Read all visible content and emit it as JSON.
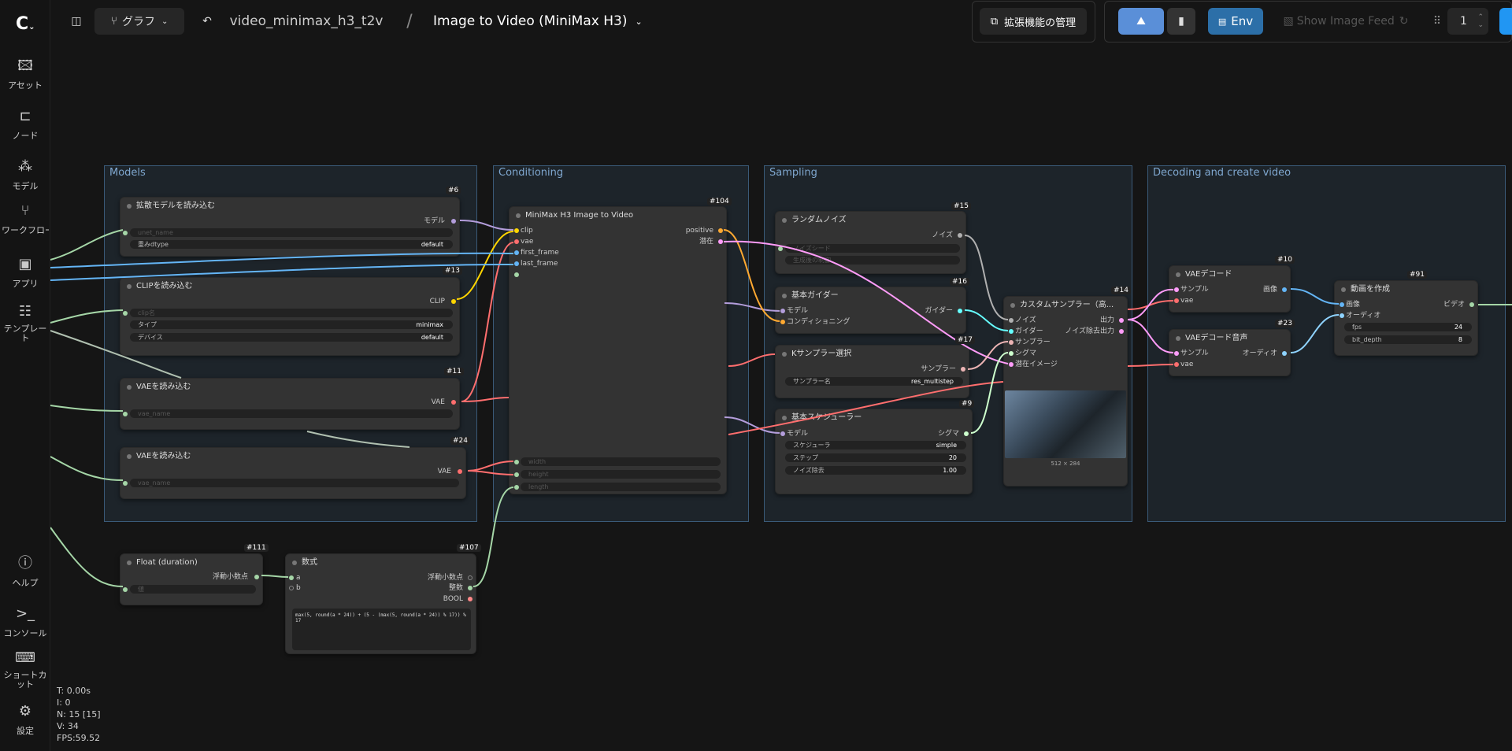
{
  "sidebar": {
    "items": [
      {
        "label": "アセット",
        "icon": "image-icon"
      },
      {
        "label": "ノード",
        "icon": "plug-icon"
      },
      {
        "label": "モデル",
        "icon": "cube-icon"
      },
      {
        "label": "ワークフロー",
        "icon": "workflow-icon"
      },
      {
        "label": "アプリ",
        "icon": "layout-icon"
      },
      {
        "label": "テンプレート",
        "icon": "template-icon"
      },
      {
        "label": "ヘルプ",
        "icon": "help-icon"
      },
      {
        "label": "コンソール",
        "icon": "terminal-icon"
      },
      {
        "label": "ショートカット",
        "icon": "keyboard-icon"
      },
      {
        "label": "設定",
        "icon": "gear-icon"
      }
    ]
  },
  "topbar": {
    "graph_label": "グラフ",
    "workflow_name": "video_minimax_h3_t2v",
    "separator": "/",
    "subgraph_title": "Image to Video (MiniMax H3)",
    "extensions_label": "拡張機能の管理",
    "env_label": "Env",
    "feed_label": "Show Image Feed",
    "queue_count": "1"
  },
  "groups": [
    {
      "title": "Models"
    },
    {
      "title": "Conditioning"
    },
    {
      "title": "Sampling"
    },
    {
      "title": "Decoding and create video"
    }
  ],
  "nodes": {
    "n6": {
      "id": "#6",
      "title": "拡散モデルを読み込む",
      "out1": "モデル",
      "w1": "unet_name",
      "w2": "重みdtype",
      "w2v": "default"
    },
    "n13": {
      "id": "#13",
      "title": "CLIPを読み込む",
      "out1": "CLIP",
      "w1": "clip名",
      "w2": "タイプ",
      "w2v": "minimax",
      "w3": "デバイス",
      "w3v": "default"
    },
    "n11": {
      "id": "#11",
      "title": "VAEを読み込む",
      "out1": "VAE",
      "w1": "vae_name"
    },
    "n24": {
      "id": "#24",
      "title": "VAEを読み込む",
      "out1": "VAE",
      "w1": "vae_name"
    },
    "n104": {
      "id": "#104",
      "title": "MiniMax H3 Image to Video",
      "in1": "clip",
      "in2": "vae",
      "in3": "first_frame",
      "in4": "last_frame",
      "out1": "positive",
      "out2": "潜在",
      "w1": "width",
      "w2": "height",
      "w3": "length"
    },
    "n15": {
      "id": "#15",
      "title": "ランダムノイズ",
      "out1": "ノイズ",
      "w1": "ノイズシード",
      "w2": "生成後の制御"
    },
    "n16": {
      "id": "#16",
      "title": "基本ガイダー",
      "in1": "モデル",
      "in2": "コンディショニング",
      "out1": "ガイダー"
    },
    "n17": {
      "id": "#17",
      "title": "Kサンプラー選択",
      "out1": "サンプラー",
      "w1": "サンプラー名",
      "w1v": "res_multistep"
    },
    "n9": {
      "id": "#9",
      "title": "基本スケジューラー",
      "in1": "モデル",
      "out1": "シグマ",
      "w1": "スケジューラ",
      "w1v": "simple",
      "w2": "ステップ",
      "w2v": "20",
      "w3": "ノイズ除去",
      "w3v": "1.00"
    },
    "n14": {
      "id": "#14",
      "title": "カスタムサンプラー（高...",
      "in1": "ノイズ",
      "in2": "ガイダー",
      "in3": "サンプラー",
      "in4": "シグマ",
      "in5": "潜在イメージ",
      "out1": "出力",
      "out2": "ノイズ除去出力",
      "preview_size": "512 × 284"
    },
    "n10": {
      "id": "#10",
      "title": "VAEデコード",
      "in1": "サンプル",
      "in2": "vae",
      "out1": "画像"
    },
    "n23": {
      "id": "#23",
      "title": "VAEデコード音声",
      "in1": "サンプル",
      "in2": "vae",
      "out1": "オーディオ"
    },
    "n91": {
      "id": "#91",
      "title": "動画を作成",
      "in1": "画像",
      "in2": "オーディオ",
      "out1": "ビデオ",
      "w1": "fps",
      "w1v": "24",
      "w2": "bit_depth",
      "w2v": "8"
    },
    "n111": {
      "id": "#111",
      "title": "Float (duration)",
      "out1": "浮動小数点",
      "w1": "値"
    },
    "n107": {
      "id": "#107",
      "title": "数式",
      "in1": "a",
      "in2": "b",
      "out1": "浮動小数点",
      "out2": "整数",
      "out3": "BOOL",
      "expr": "max(5, round(a * 24)) + (5 - (max(5, round(a * 24)) % 17)) % 17"
    }
  },
  "stats": {
    "t": "T: 0.00s",
    "i": "I: 0",
    "n": "N: 15 [15]",
    "v": "V: 34",
    "fps": "FPS:59.52"
  },
  "colors": {
    "model": "#b39ddb",
    "clip": "#ffd500",
    "vae": "#ff6e6e",
    "image": "#64b5f6",
    "conditioning": "#ffa931",
    "latent": "#ff9cf9",
    "noise": "#b0b0b0",
    "guider": "#66ffff",
    "sampler": "#ecb4b4",
    "sigmas": "#cdffcd",
    "number": "#a5d6a7",
    "group_border": "#3a5a78"
  }
}
